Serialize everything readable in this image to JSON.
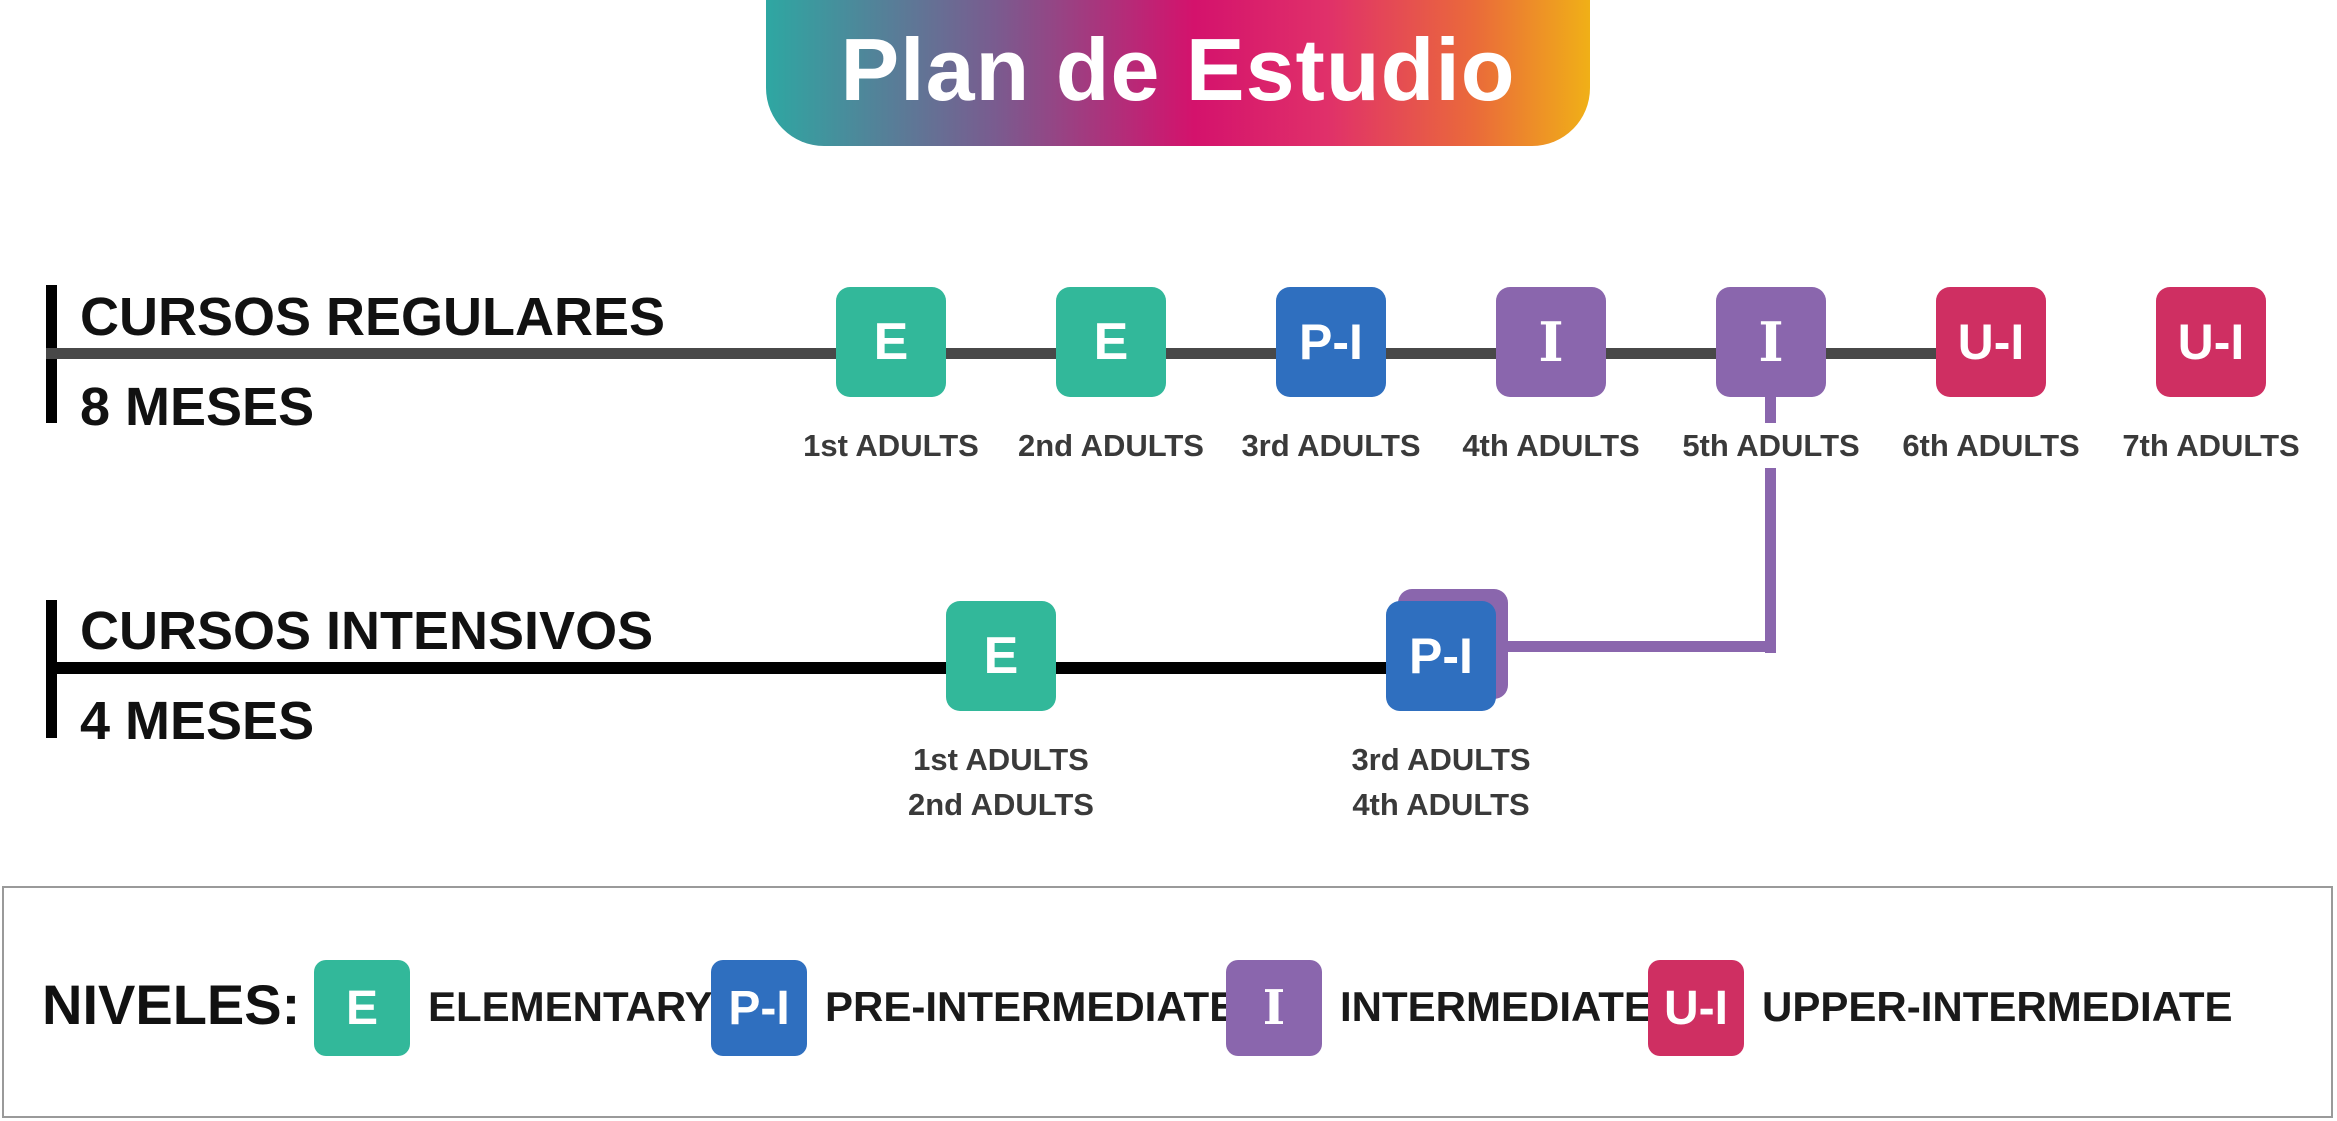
{
  "title": "Plan de Estudio",
  "colors": {
    "elementary": "#32b89a",
    "pre_intermediate": "#2f6fbf",
    "intermediate": "#8a66ad",
    "upper_intermediate": "#cf2f62",
    "regular_line": "#484848",
    "intensive_line": "#000000"
  },
  "regular": {
    "name": "CURSOS REGULARES",
    "duration": "8 MESES",
    "nodes": [
      {
        "code": "E",
        "level": "elementary",
        "caption": "1st ADULTS"
      },
      {
        "code": "E",
        "level": "elementary",
        "caption": "2nd ADULTS"
      },
      {
        "code": "P-I",
        "level": "pre-intermediate",
        "caption": "3rd ADULTS"
      },
      {
        "code": "I",
        "level": "intermediate",
        "caption": "4th ADULTS"
      },
      {
        "code": "I",
        "level": "intermediate",
        "caption": "5th ADULTS"
      },
      {
        "code": "U-I",
        "level": "upper-intermediate",
        "caption": "6th ADULTS"
      },
      {
        "code": "U-I",
        "level": "upper-intermediate",
        "caption": "7th ADULTS"
      }
    ]
  },
  "intensive": {
    "name": "CURSOS INTENSIVOS",
    "duration": "4 MESES",
    "nodes": [
      {
        "code": "E",
        "level": "elementary",
        "caption_1": "1st ADULTS",
        "caption_2": "2nd ADULTS"
      },
      {
        "code": "P-I",
        "level": "pre-intermediate + intermediate",
        "caption_1": "3rd ADULTS",
        "caption_2": "4th ADULTS"
      }
    ]
  },
  "legend": {
    "title": "NIVELES:",
    "items": [
      {
        "code": "E",
        "label": "ELEMENTARY"
      },
      {
        "code": "P-I",
        "label": "PRE-INTERMEDIATE"
      },
      {
        "code": "I",
        "label": "INTERMEDIATE"
      },
      {
        "code": "U-I",
        "label": "UPPER-INTERMEDIATE"
      }
    ]
  }
}
